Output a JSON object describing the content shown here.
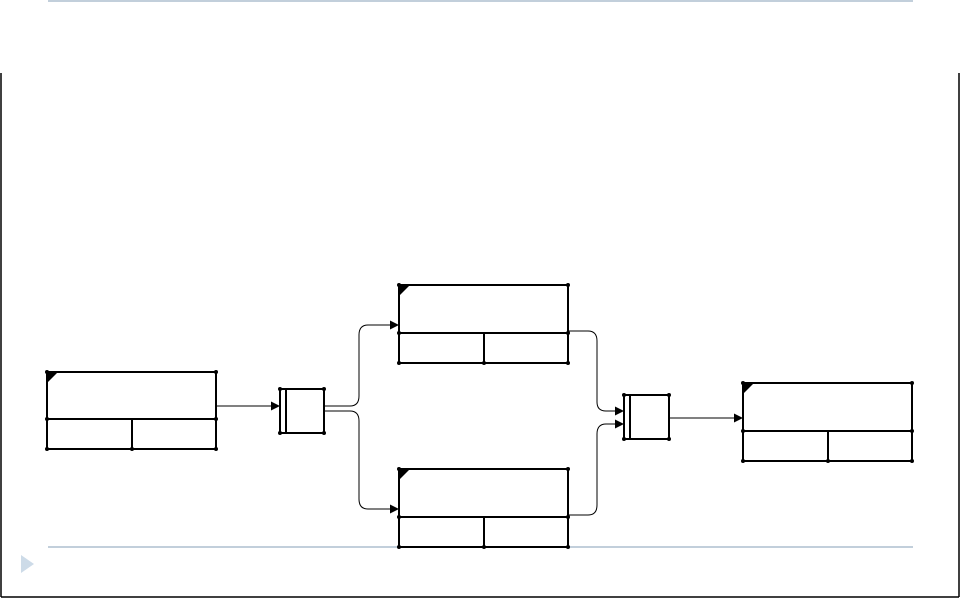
{
  "colors": {
    "rule": "#aebfcf",
    "border": "#000000",
    "stroke": "#000000",
    "accent": "#cddbe8"
  },
  "icons": {
    "slide-marker": "right-pointing-triangle-icon"
  },
  "diagram": {
    "type": "process-flow",
    "nodes": [
      {
        "id": "start-activity",
        "kind": "activity-box",
        "label": ""
      },
      {
        "id": "split-junction",
        "kind": "junction",
        "label": ""
      },
      {
        "id": "upper-activity",
        "kind": "activity-box",
        "label": ""
      },
      {
        "id": "lower-activity",
        "kind": "activity-box",
        "label": ""
      },
      {
        "id": "merge-junction",
        "kind": "junction",
        "label": ""
      },
      {
        "id": "end-activity",
        "kind": "activity-box",
        "label": ""
      }
    ],
    "edges": [
      {
        "from": "start-activity",
        "to": "split-junction"
      },
      {
        "from": "split-junction",
        "to": "upper-activity"
      },
      {
        "from": "split-junction",
        "to": "lower-activity"
      },
      {
        "from": "upper-activity",
        "to": "merge-junction"
      },
      {
        "from": "lower-activity",
        "to": "merge-junction"
      },
      {
        "from": "merge-junction",
        "to": "end-activity"
      }
    ]
  }
}
